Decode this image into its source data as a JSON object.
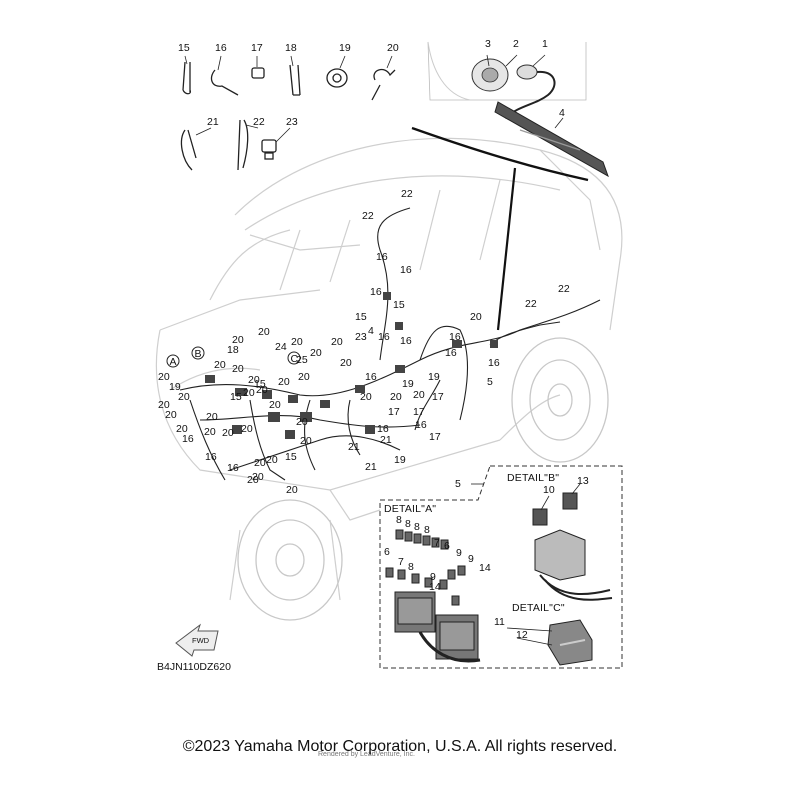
{
  "diagram_code": "B4JN110DZ620",
  "copyright": "©2023 Yamaha Motor Corporation, U.S.A. All rights reserved.",
  "credit": "Rendered by LeadVenture, Inc.",
  "fwd_label": "FWD",
  "details": {
    "a": "DETAIL\"A\"",
    "b": "DETAIL\"B\"",
    "c": "DETAIL\"C\""
  },
  "callouts": {
    "a": "A",
    "b": "B",
    "c": "C"
  },
  "part_labels": [
    "15",
    "16",
    "17",
    "18",
    "19",
    "20",
    "21",
    "22",
    "23",
    "3",
    "2",
    "1",
    "4",
    "22",
    "22",
    "16",
    "16",
    "16",
    "15",
    "15",
    "16",
    "4",
    "16",
    "20",
    "16",
    "16",
    "16",
    "5",
    "22",
    "22",
    "20",
    "20",
    "20",
    "24",
    "20",
    "25",
    "20",
    "20",
    "23",
    "18",
    "20",
    "20",
    "20",
    "15",
    "15",
    "20",
    "20",
    "16",
    "19",
    "19",
    "20",
    "19",
    "20",
    "20",
    "20",
    "20",
    "20",
    "20",
    "20",
    "20",
    "17",
    "17",
    "17",
    "17",
    "16",
    "16",
    "21",
    "21",
    "21",
    "19",
    "20",
    "20",
    "20",
    "20",
    "20",
    "20",
    "20",
    "16",
    "16",
    "16",
    "20",
    "20",
    "20",
    "20",
    "20",
    "15",
    "20",
    "5",
    "10",
    "13",
    "8",
    "8",
    "8",
    "8",
    "7",
    "6",
    "6",
    "7",
    "8",
    "9",
    "9",
    "9",
    "14",
    "14",
    "11",
    "12"
  ]
}
